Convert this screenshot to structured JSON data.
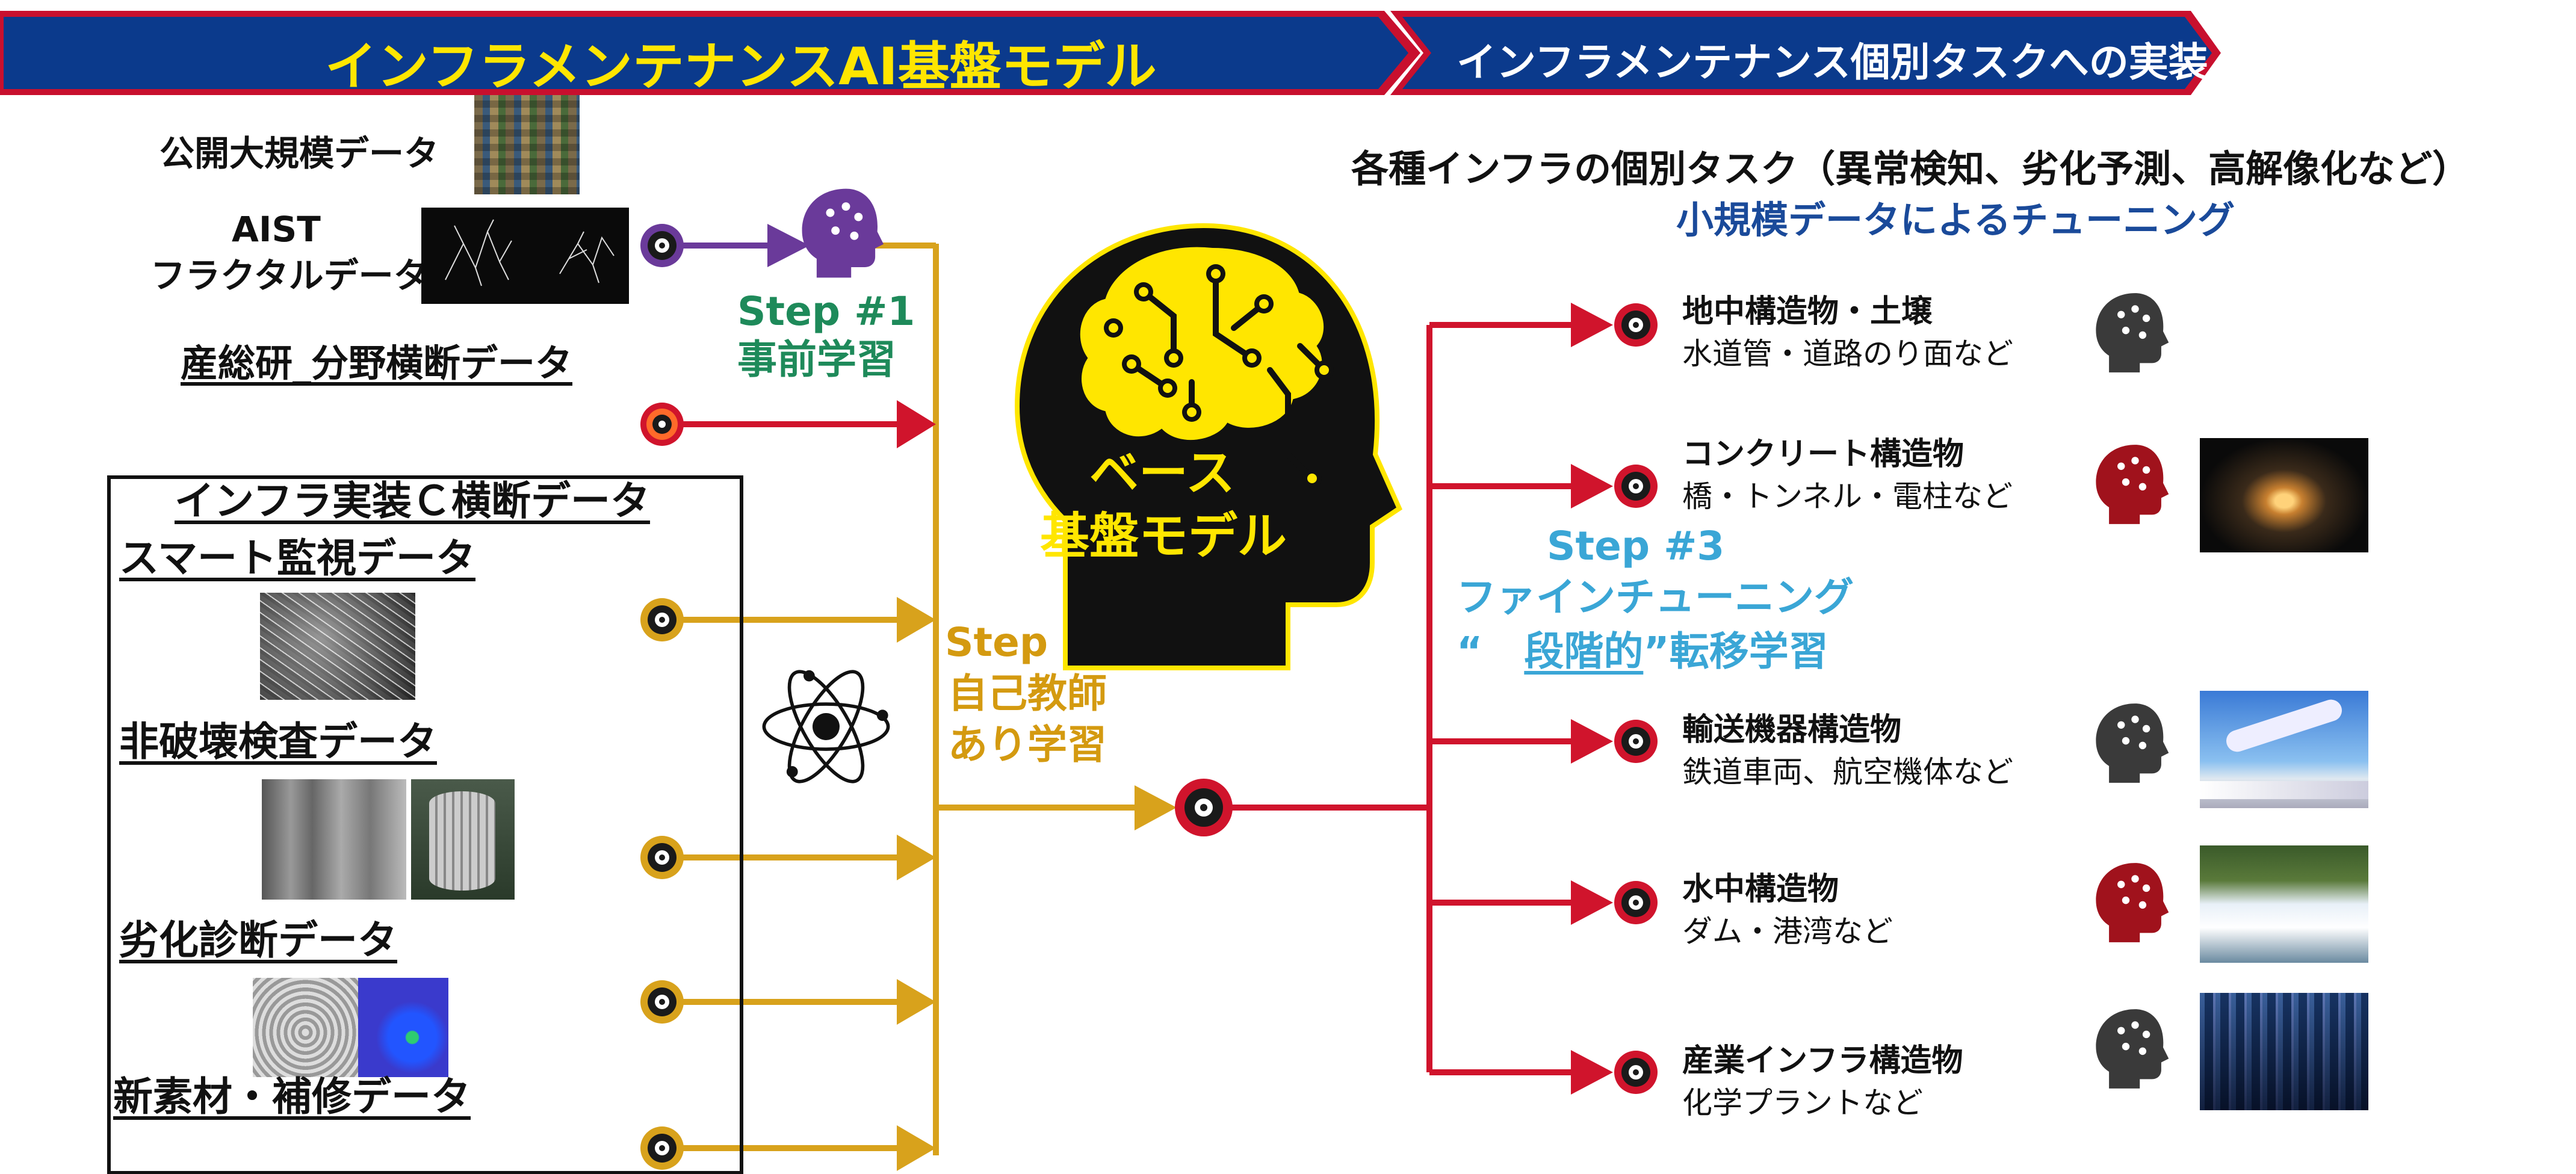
{
  "header": {
    "left_title": "インフラメンテナンスAI基盤モデル",
    "right_title": "インフラメンテナンス個別タスクへの実装"
  },
  "sources": {
    "public_data": "公開大規模データ",
    "aist_line1": "AIST",
    "aist_line2": "フラクタルデータ",
    "cross_field": "産総研_分野横断データ"
  },
  "infra_box": {
    "title": "インフラ実装Ｃ横断データ",
    "items": [
      "スマート監視データ",
      "非破壊検査データ",
      "劣化診断データ",
      "新素材・補修データ"
    ]
  },
  "steps": {
    "step1_label": "Step #1",
    "step1_desc": "事前学習",
    "step2_label": "Step #2",
    "step2_desc1": "自己教師",
    "step2_desc2": "あり学習",
    "step3_label": "Step #3",
    "step3_desc1": "ファインチューニング",
    "step3_quote_open": "“",
    "step3_key": "段階的",
    "step3_quote_close": "”",
    "step3_rest": "転移学習"
  },
  "base_model": {
    "line1": "ベース",
    "line2": "基盤モデル"
  },
  "tasks_header": {
    "line1": "各種インフラの個別タスク（異常検知、劣化予測、高解像化など）",
    "line2": "小規模データによるチューニング"
  },
  "tasks": [
    {
      "title": "地中構造物・土壌",
      "sub": "水道管・道路のり面など",
      "brain_color": "#3a3a3a"
    },
    {
      "title": "コンクリート構造物",
      "sub": "橋・トンネル・電柱など",
      "brain_color": "#a0121c"
    },
    {
      "title": "輸送機器構造物",
      "sub": "鉄道車両、航空機体など",
      "brain_color": "#3a3a3a"
    },
    {
      "title": "水中構造物",
      "sub": "ダム・港湾など",
      "brain_color": "#a0121c"
    },
    {
      "title": "産業インフラ構造物",
      "sub": "化学プラントなど",
      "brain_color": "#3a3a3a"
    }
  ],
  "colors": {
    "banner_blue": "#0b3a8c",
    "banner_red": "#c8102e",
    "title_yellow": "#ffe600",
    "gold": "#d8a21c",
    "red_line": "#d0142c",
    "purple": "#6a3a9a",
    "step1_green": "#1e8a5a",
    "step2_gold": "#d49a10",
    "step3_cyan": "#3aa6d6",
    "subtitle_blue": "#1a4a9a"
  }
}
